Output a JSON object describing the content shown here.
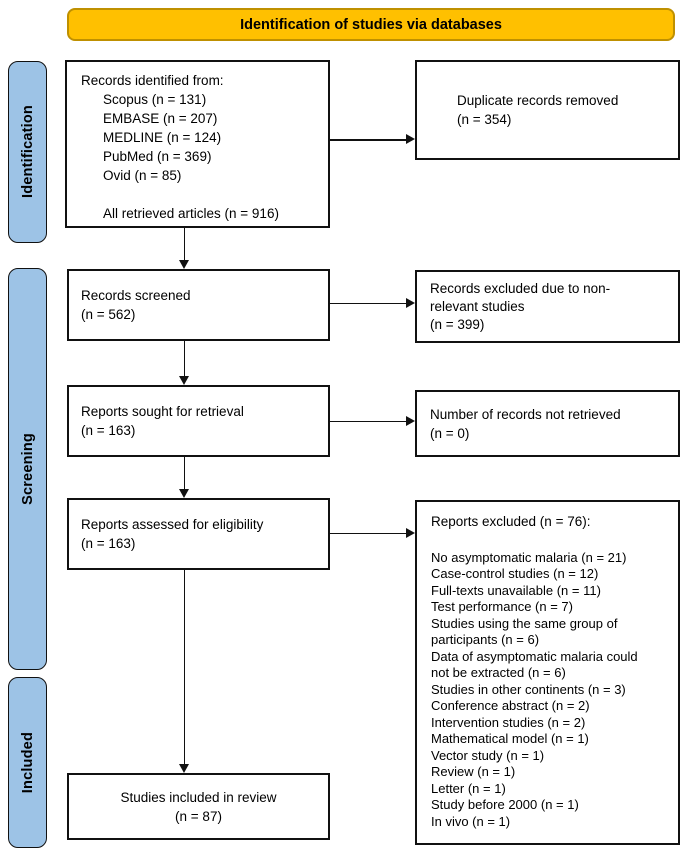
{
  "colors": {
    "banner-bg": "#FFC000",
    "banner-border": "#BF9000",
    "stage-bg": "#9DC3E6"
  },
  "banner": {
    "title": "Identification of studies via databases"
  },
  "stages": {
    "identification": "Identification",
    "screening": "Screening",
    "included": "Included"
  },
  "boxes": {
    "records_identified": {
      "title": "Records identified from:",
      "sources": [
        "Scopus (n = 131)",
        "EMBASE (n = 207)",
        "MEDLINE (n = 124)",
        "PubMed (n = 369)",
        "Ovid (n = 85)"
      ],
      "total": "All retrieved articles (n = 916)"
    },
    "duplicates_removed": {
      "lines": [
        "Duplicate records removed",
        "(n = 354)"
      ]
    },
    "records_screened": {
      "lines": [
        "Records screened",
        "(n = 562)"
      ]
    },
    "records_excluded_nonrelevant": {
      "lines": [
        "Records excluded due to non-",
        "relevant studies",
        "(n = 399)"
      ]
    },
    "reports_sought": {
      "lines": [
        "Reports sought for retrieval",
        "(n = 163)"
      ]
    },
    "records_not_retrieved": {
      "lines": [
        "Number of records not retrieved",
        "(n = 0)"
      ]
    },
    "reports_assessed": {
      "lines": [
        "Reports assessed for eligibility",
        "(n = 163)"
      ]
    },
    "reports_excluded": {
      "title": "Reports excluded (n = 76):",
      "reasons": [
        "No asymptomatic malaria (n = 21)",
        "Case-control studies (n = 12)",
        "Full-texts unavailable (n = 11)",
        "Test performance (n = 7)",
        "Studies using the same group of",
        "participants (n = 6)",
        "Data of asymptomatic malaria could",
        "not be extracted (n = 6)",
        "Studies in other continents (n = 3)",
        "Conference abstract (n = 2)",
        "Intervention studies (n = 2)",
        "Mathematical model (n = 1)",
        "Vector study (n = 1)",
        "Review (n = 1)",
        "Letter (n = 1)",
        "Study before 2000 (n = 1)",
        "In vivo (n = 1)"
      ]
    },
    "studies_included": {
      "lines": [
        "Studies included in review",
        "(n = 87)"
      ]
    }
  }
}
